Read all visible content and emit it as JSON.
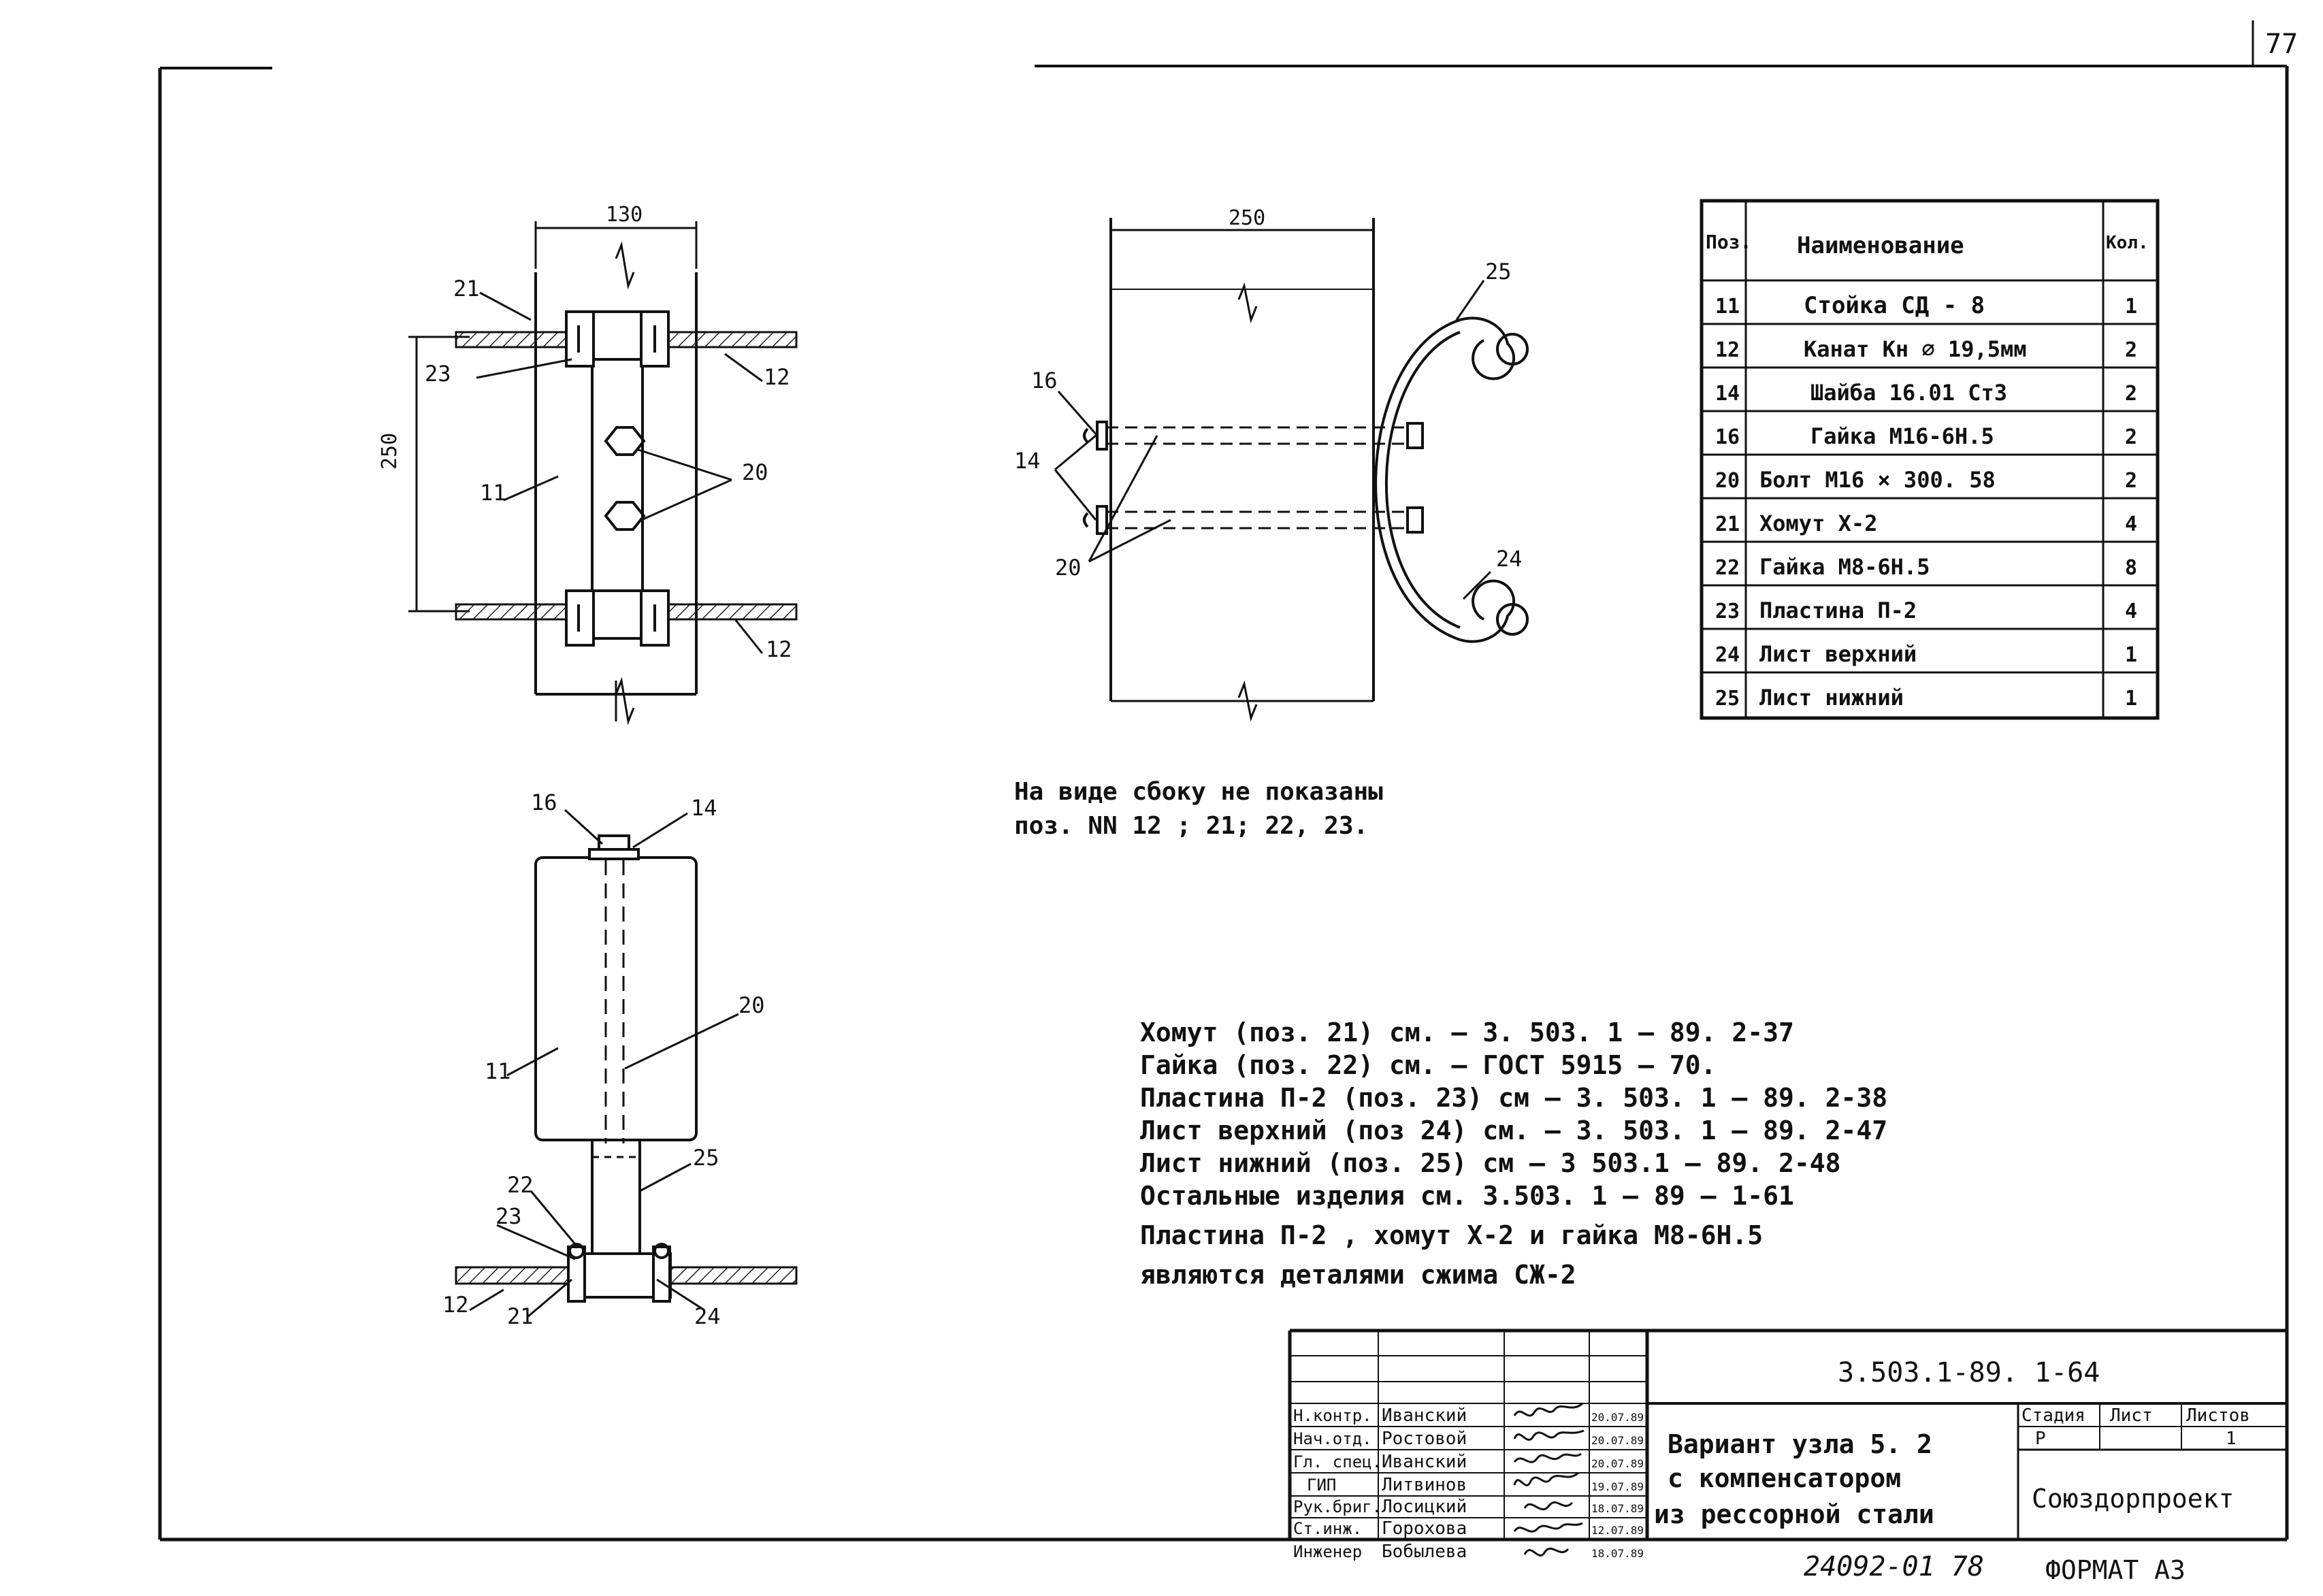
{
  "sheet": {
    "page_number": "77",
    "bottom_code": "24092-01  78",
    "format": "ФОРМАТ А3"
  },
  "views": {
    "front": {
      "width_dim": "130",
      "height_dim": "250",
      "callouts": {
        "c21": "21",
        "c23": "23",
        "c12a": "12",
        "c11": "11",
        "c20": "20",
        "c12b": "12"
      }
    },
    "side": {
      "width_dim": "250",
      "callouts": {
        "c25": "25",
        "c16": "16",
        "c14": "14",
        "c20": "20",
        "c24": "24"
      }
    },
    "bottom": {
      "callouts": {
        "c16": "16",
        "c14": "14",
        "c20": "20",
        "c11": "11",
        "c25": "25",
        "c22": "22",
        "c23": "23",
        "c12": "12",
        "c21": "21",
        "c24": "24"
      }
    }
  },
  "spec_table": {
    "headers": {
      "pos": "Поз.",
      "name": "Наименование",
      "qty": "Кол."
    },
    "rows": [
      {
        "pos": "11",
        "name": "Стойка   СД - 8",
        "qty": "1"
      },
      {
        "pos": "12",
        "name": "Канат   Кн ⌀ 19,5мм",
        "qty": "2"
      },
      {
        "pos": "14",
        "name": "Шайба  16.01 Ст3",
        "qty": "2"
      },
      {
        "pos": "16",
        "name": "Гайка  М16-6Н.5",
        "qty": "2"
      },
      {
        "pos": "20",
        "name": "Болт  М16 × 300. 58",
        "qty": "2"
      },
      {
        "pos": "21",
        "name": "Хомут   Х-2",
        "qty": "4"
      },
      {
        "pos": "22",
        "name": "Гайка  М8-6Н.5",
        "qty": "8"
      },
      {
        "pos": "23",
        "name": "Пластина   П-2",
        "qty": "4"
      },
      {
        "pos": "24",
        "name": "Лист  верхний",
        "qty": "1"
      },
      {
        "pos": "25",
        "name": "Лист  нижний",
        "qty": "1"
      }
    ]
  },
  "side_note": [
    "На виде   сбоку  не показаны",
    "поз.  NN  12 ; 21; 22, 23."
  ],
  "notes": [
    "Хомут  (поз. 21)  см. –  3. 503. 1 – 89. 2-37",
    "Гайка   (поз. 22)  см. –  ГОСТ 5915 – 70.",
    "Пластина П-2 (поз. 23) см –  3. 503. 1 – 89.  2-38",
    "Лист  верхний  (поз 24)  см. –  3. 503. 1 – 89. 2-47",
    "Лист   нижний (поз. 25)  см –  3 503.1 – 89. 2-48",
    "Остальные   изделия  см.  3.503. 1 – 89 – 1-61",
    "Пластина П-2 , хомут Х-2 и гайка М8-6Н.5",
    "являются  деталями  сжима  СЖ-2"
  ],
  "title_block": {
    "doc_code": "3.503.1-89.  1-64",
    "signatures": [
      {
        "role": "Н.контр.",
        "name": "Иванский",
        "date": "20.07.89"
      },
      {
        "role": "Нач.отд.",
        "name": "Ростовой",
        "date": "20.07.89"
      },
      {
        "role": "Гл. спец.",
        "name": "Иванский",
        "date": "20.07.89"
      },
      {
        "role": "ГИП",
        "name": "Литвинов",
        "date": "19.07.89"
      },
      {
        "role": "Рук.бриг.",
        "name": "Лосицкий",
        "date": "18.07.89"
      },
      {
        "role": "Ст.инж.",
        "name": "Горохова",
        "date": "12.07.89"
      },
      {
        "role": "Инженер",
        "name": "Бобылева",
        "date": "18.07.89"
      }
    ],
    "title_lines": [
      "Вариант  узла  5. 2",
      "с  компенсатором",
      "из  рессорной  стали"
    ],
    "stage_label": "Стадия",
    "sheet_label": "Лист",
    "sheets_label": "Листов",
    "stage_value": "Р",
    "sheets_value": "1",
    "organization": "Союздорпроект"
  }
}
